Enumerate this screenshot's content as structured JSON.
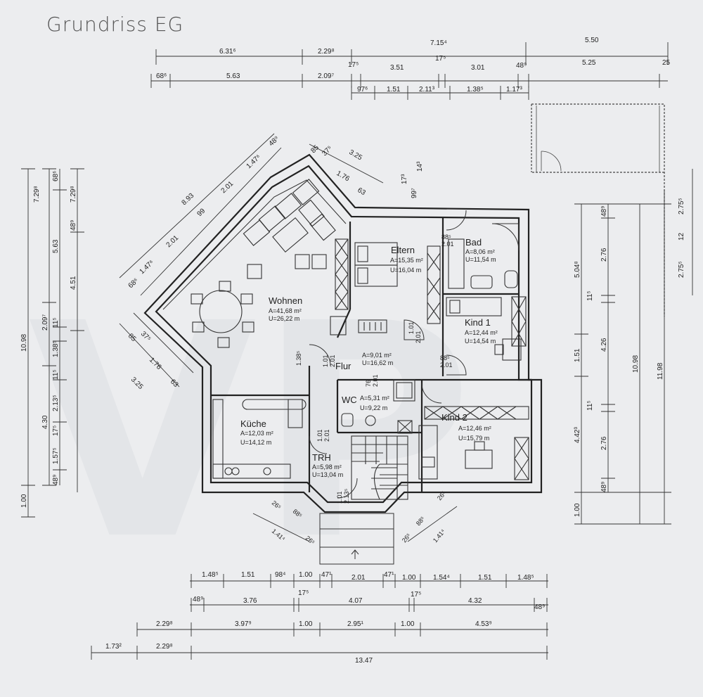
{
  "title": "Grundriss EG",
  "rooms": {
    "wohnen": {
      "name": "Wohnen",
      "area": "A=41,68 m²",
      "perimeter": "U=26,22 m"
    },
    "eltern": {
      "name": "Eltern",
      "area": "A=15,35 m²",
      "perimeter": "U=16,04 m"
    },
    "bad": {
      "name": "Bad",
      "area": "A=8,06 m²",
      "perimeter": "U=11,54 m"
    },
    "kind1": {
      "name": "Kind 1",
      "area": "A=12,44 m²",
      "perimeter": "U=14,54 m"
    },
    "flur": {
      "name": "Flur",
      "area": "A=9,01 m²",
      "perimeter": "U=16,62 m"
    },
    "wc": {
      "name": "WC",
      "area": "A=5,31 m²",
      "perimeter": "U=9,22 m"
    },
    "kind2": {
      "name": "Kind 2",
      "area": "A=12,46 m²",
      "perimeter": "U=15,79 m"
    },
    "kueche": {
      "name": "Küche",
      "area": "A=12,03 m²",
      "perimeter": "U=14,12 m"
    },
    "trh": {
      "name": "TRH",
      "area": "A=5,98 m²",
      "perimeter": "U=13,04 m"
    }
  },
  "dims": {
    "top1": [
      "6.31⁶",
      "2.29⁸",
      "7.15⁴",
      "5.50"
    ],
    "top2": [
      "68⁶",
      "5.63",
      "2.09⁷",
      "17⁵",
      "3.51",
      "17⁵",
      "3.01",
      "48⁹",
      "5.25",
      "25"
    ],
    "top3": [
      "97⁶",
      "1.51",
      "2.11³",
      "1.38⁵",
      "1.17³"
    ],
    "bot1": [
      "1.48⁵",
      "1.51",
      "98⁴",
      "1.00",
      "47¹",
      "2.01",
      "47¹",
      "1.00",
      "1.54⁴",
      "1.51",
      "1.48⁵"
    ],
    "bot2": [
      "48⁹",
      "3.76",
      "17⁵",
      "4.07",
      "17⁵",
      "4.32",
      "48⁹"
    ],
    "bot3": [
      "2.29⁸",
      "3.97⁹",
      "1.00",
      "2.95¹",
      "1.00",
      "4.53⁹"
    ],
    "bot4": [
      "1.73²",
      "2.29⁸",
      "13.47"
    ],
    "left_outer": [
      "10.98",
      "1.00"
    ],
    "left_mid": [
      "7.29⁸",
      "2.09⁷",
      "4.30"
    ],
    "left_inner": [
      "68⁶",
      "5.63",
      "11⁵",
      "1.38⁵",
      "11⁵",
      "2.13⁵",
      "17⁵",
      "1.57⁵",
      "48⁹"
    ],
    "left_inner2": [
      "7.29⁸",
      "48⁹",
      "4.51"
    ],
    "right1": [
      "5.04⁸",
      "1.51",
      "4.42³",
      "1.00"
    ],
    "right2": [
      "48⁹",
      "2.76",
      "11⁵",
      "4.26",
      "11⁵",
      "2.76",
      "48⁹"
    ],
    "right3": [
      "10.98",
      "11.98"
    ],
    "right_edge": [
      "2.75⁵",
      "12",
      "2.75⁵"
    ],
    "diag_nw": [
      "8.93",
      "2.01",
      "1.47⁶",
      "2.01",
      "1.47⁶",
      "99",
      "68⁶",
      "48⁹"
    ],
    "diag_ne": [
      "3.25",
      "1.76",
      "63",
      "85",
      "37⁵",
      "17³",
      "99⁷",
      "14³"
    ],
    "diag_w": [
      "3.25",
      "1.76",
      "63",
      "85",
      "37⁵"
    ],
    "door": [
      "88⁵",
      "2.01",
      "1.01",
      "2.01",
      "1.01",
      "2.01",
      "76",
      "2.01",
      "88⁵",
      "2.01",
      "1.38⁵",
      "1.01",
      "2.01",
      "1.01",
      "2.13⁵"
    ],
    "bay": [
      "26⁵",
      "88⁵",
      "1.41⁴",
      "26⁵",
      "26⁵",
      "88⁵",
      "1.41⁴",
      "26⁵"
    ]
  },
  "watermark": "VP"
}
